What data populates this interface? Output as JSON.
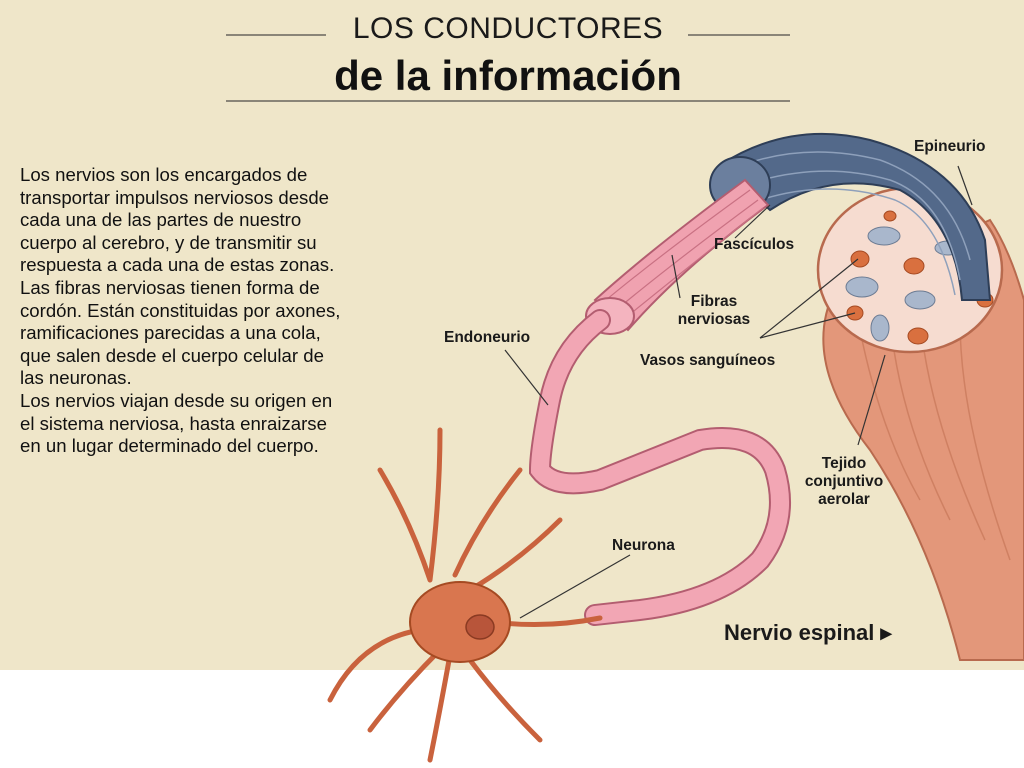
{
  "title": {
    "top": "LOS CONDUCTORES",
    "main": "de la información"
  },
  "body": {
    "paragraph1": "Los nervios son los encargados de transportar impulsos nerviosos desde cada una de las partes de nuestro cuerpo al cerebro, y de transmitir su respuesta a cada una de estas zonas. Las fibras nerviosas tienen forma de cordón. Están constituidas por axones, ramificaciones parecidas a una cola, que salen desde el cuerpo celular de las neuronas.",
    "paragraph2": "Los nervios viajan desde su origen en el sistema nerviosa, hasta enraizarse en un lugar determinado del cuerpo."
  },
  "labels": {
    "epineurio": "Epineurio",
    "fasciculos": "Fascículos",
    "fibras": "Fibras nerviosas",
    "endoneurio": "Endoneurio",
    "vasos": "Vasos sanguíneos",
    "tejido": "Tejido conjuntivo aerolar",
    "neurona": "Neurona",
    "nervio_espinal": "Nervio espinal ▸"
  },
  "colors": {
    "background": "#efe6c9",
    "neuron": "#d9764f",
    "axon": "#f2a6b4",
    "fascicle": "#4f6380",
    "nerve": "#e8a083",
    "vessel_blue": "#a9b7cc",
    "vessel_orange": "#d9703f"
  }
}
